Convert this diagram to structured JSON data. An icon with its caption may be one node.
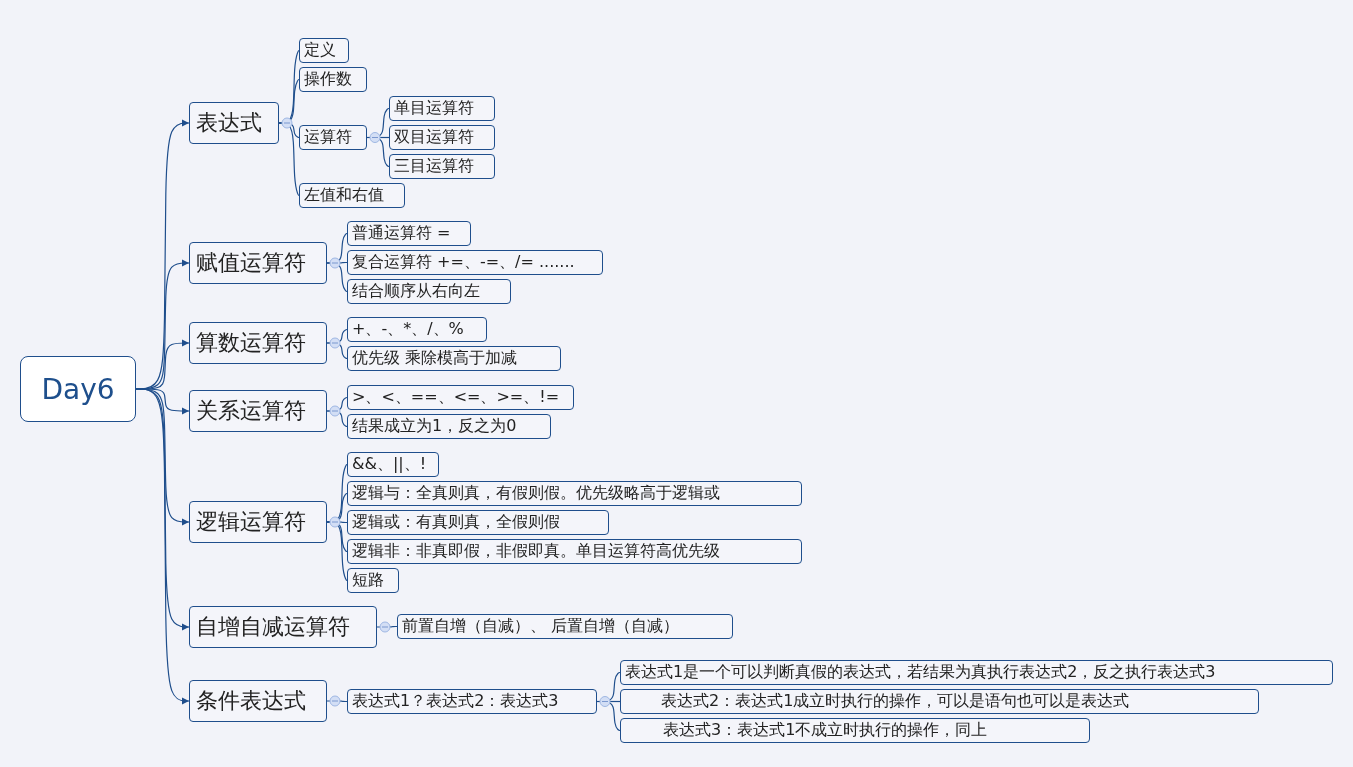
{
  "diagram": {
    "nodes": [
      {
        "text": [
          "Day6"
        ]
      },
      {
        "text": [
          "表达式"
        ]
      },
      {
        "text": [
          "定义"
        ]
      },
      {
        "text": [
          "操作数"
        ]
      },
      {
        "text": [
          "运算符"
        ]
      },
      {
        "text": [
          "单目运算符"
        ]
      },
      {
        "text": [
          "双目运算符"
        ]
      },
      {
        "text": [
          "三目运算符"
        ]
      },
      {
        "text": [
          "左值和右值"
        ]
      },
      {
        "text": [
          "赋值运算符"
        ]
      },
      {
        "text": [
          "普通运算符 ="
        ]
      },
      {
        "text": [
          "复合运算符 +=、-=、/= ......."
        ]
      },
      {
        "text": [
          "结合顺序从右向左"
        ]
      },
      {
        "text": [
          "算数运算符"
        ]
      },
      {
        "text": [
          "+、-、*、/、%"
        ]
      },
      {
        "text": [
          "优先级  乘除模高于加减"
        ]
      },
      {
        "text": [
          "关系运算符"
        ]
      },
      {
        "text": [
          ">、<、==、<=、>=、!="
        ]
      },
      {
        "text": [
          "结果成立为1，反之为0"
        ]
      },
      {
        "text": [
          "逻辑运算符"
        ]
      },
      {
        "text": [
          "&&、||、!"
        ]
      },
      {
        "text": [
          "逻辑与：全真则真，有假则假。优先级略高于逻辑或"
        ]
      },
      {
        "text": [
          "逻辑或：有真则真，全假则假"
        ]
      },
      {
        "text": [
          "逻辑非：非真即假，非假即真。单目运算符高优先级"
        ]
      },
      {
        "text": [
          "短路"
        ]
      },
      {
        "text": [
          "自增自减运算符"
        ]
      },
      {
        "text": [
          "前置自增（自减）、 后置自增（自减）"
        ]
      },
      {
        "text": [
          "条件表达式"
        ]
      },
      {
        "text": [
          "表达式1？表达式2：表达式3"
        ]
      },
      {
        "text": [
          "表达式1是一个可以判断真假的表达式，若结果为真执行表达式2，反之执行表达式3"
        ]
      },
      {
        "text": [
          "表达式2：表达式1成立时执行的操作，可以是语句也可以是表达式"
        ]
      },
      {
        "text": [
          "表达式3：表达式1不成立时执行的操作，同上"
        ]
      }
    ],
    "edges": [
      {
        "from": 0,
        "to": 1,
        "arrow": "to"
      },
      {
        "from": 1,
        "to": 2,
        "arrow": "none"
      },
      {
        "from": 1,
        "to": 3,
        "arrow": "none"
      },
      {
        "from": 1,
        "to": 4,
        "arrow": "none"
      },
      {
        "from": 4,
        "to": 5,
        "arrow": "none"
      },
      {
        "from": 4,
        "to": 6,
        "arrow": "none"
      },
      {
        "from": 4,
        "to": 7,
        "arrow": "none"
      },
      {
        "from": 1,
        "to": 8,
        "arrow": "none"
      },
      {
        "from": 0,
        "to": 9,
        "arrow": "to"
      },
      {
        "from": 9,
        "to": 10,
        "arrow": "none"
      },
      {
        "from": 9,
        "to": 11,
        "arrow": "none"
      },
      {
        "from": 9,
        "to": 12,
        "arrow": "none"
      },
      {
        "from": 0,
        "to": 13,
        "arrow": "to"
      },
      {
        "from": 13,
        "to": 14,
        "arrow": "none"
      },
      {
        "from": 13,
        "to": 15,
        "arrow": "none"
      },
      {
        "from": 0,
        "to": 16,
        "arrow": "to"
      },
      {
        "from": 16,
        "to": 17,
        "arrow": "none"
      },
      {
        "from": 16,
        "to": 18,
        "arrow": "none"
      },
      {
        "from": 0,
        "to": 19,
        "arrow": "to"
      },
      {
        "from": 19,
        "to": 20,
        "arrow": "none"
      },
      {
        "from": 19,
        "to": 21,
        "arrow": "none"
      },
      {
        "from": 19,
        "to": 22,
        "arrow": "none"
      },
      {
        "from": 19,
        "to": 23,
        "arrow": "none"
      },
      {
        "from": 19,
        "to": 24,
        "arrow": "none"
      },
      {
        "from": 0,
        "to": 25,
        "arrow": "to"
      },
      {
        "from": 25,
        "to": 26,
        "arrow": "none"
      },
      {
        "from": 0,
        "to": 27,
        "arrow": "to"
      },
      {
        "from": 27,
        "to": 28,
        "arrow": "none"
      },
      {
        "from": 28,
        "to": 29,
        "arrow": "none"
      },
      {
        "from": 28,
        "to": 30,
        "arrow": "none"
      },
      {
        "from": 28,
        "to": 31,
        "arrow": "none"
      }
    ]
  }
}
